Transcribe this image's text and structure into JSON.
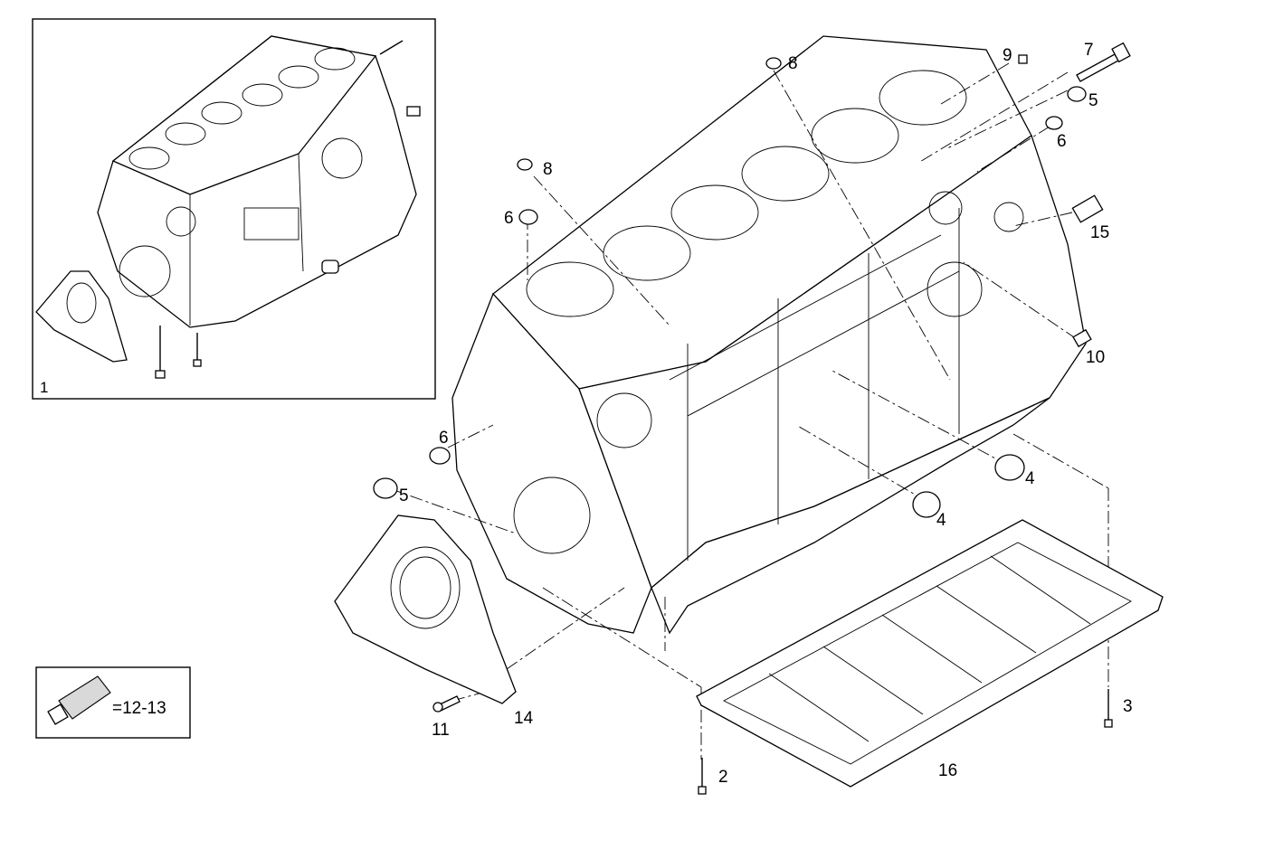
{
  "diagram": {
    "inset_assembly_label": "1",
    "callouts": [
      {
        "id": "c2",
        "text": "2"
      },
      {
        "id": "c3",
        "text": "3"
      },
      {
        "id": "c4a",
        "text": "4"
      },
      {
        "id": "c4b",
        "text": "4"
      },
      {
        "id": "c5a",
        "text": "5"
      },
      {
        "id": "c5b",
        "text": "5"
      },
      {
        "id": "c6a",
        "text": "6"
      },
      {
        "id": "c6b",
        "text": "6"
      },
      {
        "id": "c6c",
        "text": "6"
      },
      {
        "id": "c7",
        "text": "7"
      },
      {
        "id": "c8a",
        "text": "8"
      },
      {
        "id": "c8b",
        "text": "8"
      },
      {
        "id": "c9",
        "text": "9"
      },
      {
        "id": "c10",
        "text": "10"
      },
      {
        "id": "c11",
        "text": "11"
      },
      {
        "id": "c14",
        "text": "14"
      },
      {
        "id": "c15",
        "text": "15"
      },
      {
        "id": "c16",
        "text": "16"
      }
    ],
    "sealant_kit": {
      "text": "=12-13",
      "icon": "sealant-tube-icon"
    }
  }
}
